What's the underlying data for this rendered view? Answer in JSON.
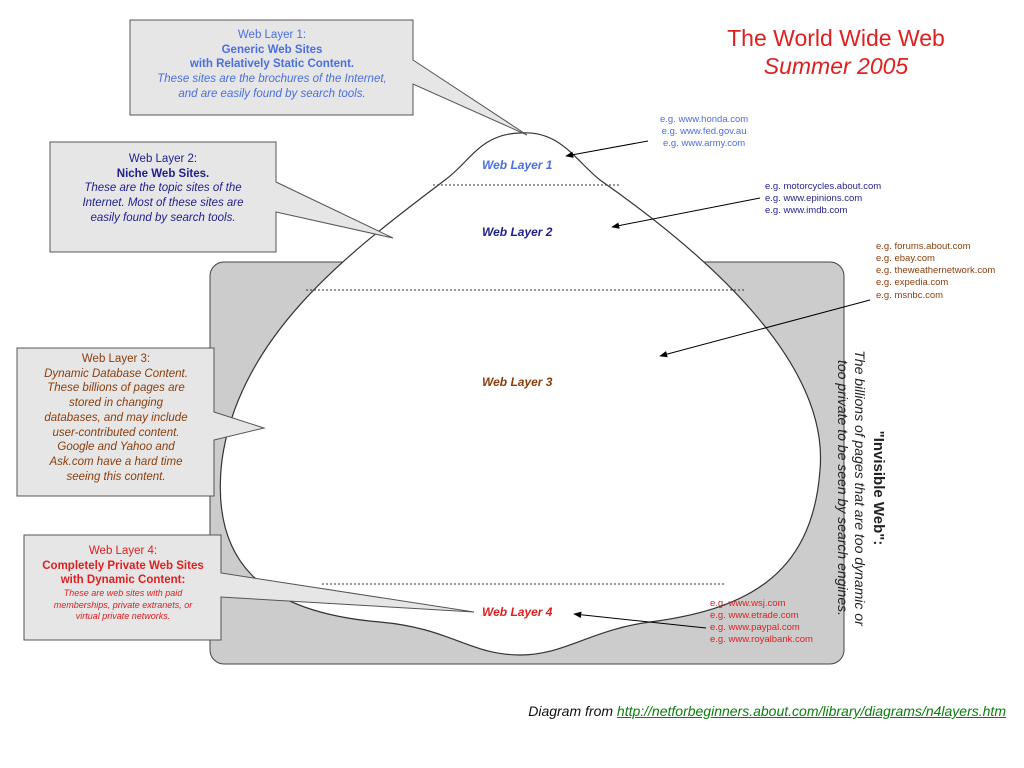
{
  "colors": {
    "layer1": "#4a6fe0",
    "layer2": "#1f1f8f",
    "layer3": "#8b3e0c",
    "layer4": "#e02020",
    "title": "#e02020",
    "callout_fill": "#e6e6e6",
    "invisible_region_fill": "#cccccc",
    "link": "#0a7d0a"
  },
  "title": {
    "line1": "The World Wide Web",
    "line2": "Summer 2005"
  },
  "callouts": {
    "layer1": {
      "heading": "Web Layer 1:",
      "bold1": "Generic Web Sites",
      "bold2": "with Relatively Static Content.",
      "italic1": "These sites are the brochures of the Internet,",
      "italic2": "and are easily found by search tools."
    },
    "layer2": {
      "heading": "Web Layer 2:",
      "bold": "Niche Web Sites.",
      "italic1": "These are the topic sites of the",
      "italic2": "Internet. Most of these sites are",
      "italic3": "easily found by search tools."
    },
    "layer3": {
      "heading": "Web Layer 3:",
      "italic1": "Dynamic Database Content.",
      "italic2": "These billions of pages are",
      "italic3": "stored in changing",
      "italic4": "databases, and may include",
      "italic5": "user-contributed content.",
      "italic6": "Google and Yahoo and",
      "italic7": "Ask.com have a hard time",
      "italic8": "seeing this content."
    },
    "layer4": {
      "heading": "Web Layer 4:",
      "bold1": "Completely Private Web Sites",
      "bold2": "with Dynamic Content:",
      "italic1": "These are web sites with paid",
      "italic2": "memberships, private extranets, or",
      "italic3": "virtual private networks."
    }
  },
  "layers": {
    "l1": "Web Layer 1",
    "l2": "Web Layer 2",
    "l3": "Web Layer 3",
    "l4": "Web Layer 4"
  },
  "examples": {
    "layer1": [
      "e.g. www.honda.com",
      "e.g. www.fed.gov.au",
      "e.g. www.army.com"
    ],
    "layer2": [
      "e.g. motorcycles.about.com",
      "e.g. www.epinions.com",
      "e.g. www.imdb.com"
    ],
    "layer3": [
      "e.g. forums.about.com",
      "e.g. ebay.com",
      "e.g. theweathernetwork.com",
      "e.g. expedia.com",
      "e.g. msnbc.com"
    ],
    "layer4": [
      "e.g. www.wsj.com",
      "e.g. www.etrade.com",
      "e.g. www.paypal.com",
      "e.g. www.royalbank.com"
    ]
  },
  "invisible_web": {
    "heading": "\"Invisible Web\":",
    "line1": "The billions of pages that are too dynamic or",
    "line2": "too private to be seen by search engines."
  },
  "source": {
    "prefix": "Diagram from ",
    "url": "http://netforbeginners.about.com/library/diagrams/n4layers.htm"
  }
}
